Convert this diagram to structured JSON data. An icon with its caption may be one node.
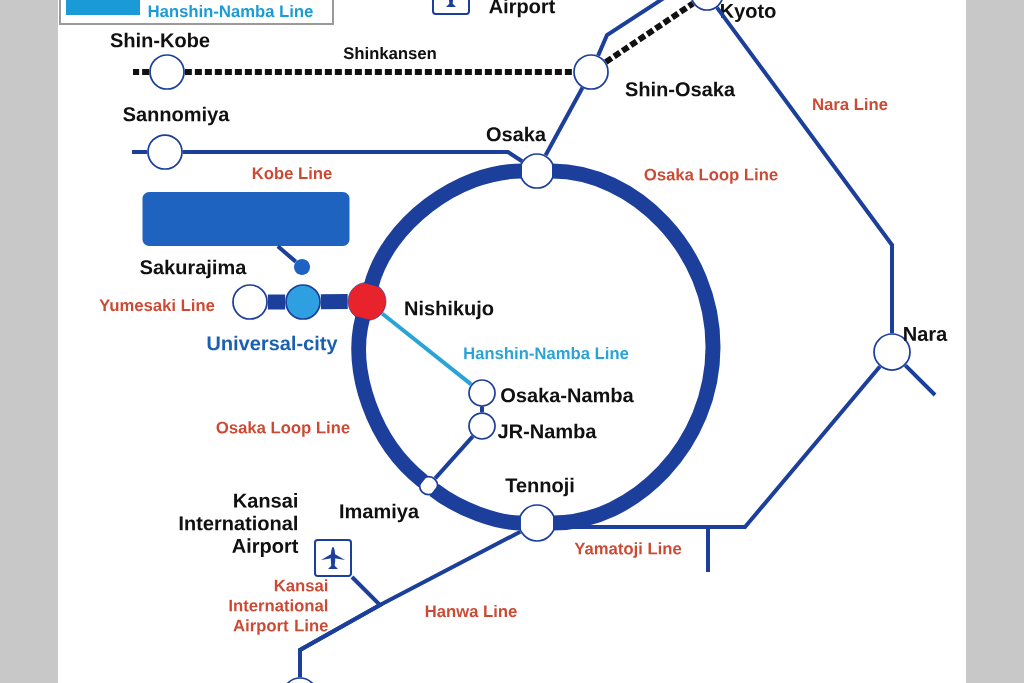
{
  "diagram": {
    "nodes": [
      {
        "text": [
          "Airport"
        ]
      },
      {
        "text": [
          "Kyoto"
        ]
      },
      {
        "text": [
          "Shin-Kobe"
        ]
      },
      {
        "text": [
          "Shin-Osaka"
        ]
      },
      {
        "text": [
          "Sannomiya"
        ]
      },
      {
        "text": [
          "Osaka"
        ]
      },
      {
        "text": [],
        "shape": "box"
      },
      {
        "text": [],
        "shape": "circle"
      },
      {
        "text": [
          "Sakurajima"
        ]
      },
      {
        "text": [
          "Universal-city"
        ]
      },
      {
        "text": [
          "Nishikujo"
        ]
      },
      {
        "text": [
          "Nara"
        ]
      },
      {
        "text": [
          "Osaka-Namba"
        ]
      },
      {
        "text": [
          "JR-Namba"
        ]
      },
      {
        "text": [
          "Imamiya"
        ]
      },
      {
        "text": [
          "Tennoji"
        ]
      },
      {
        "text": [
          "Kansai International Airport"
        ]
      },
      {
        "text": [],
        "shape": "circle"
      }
    ],
    "edges": [
      {
        "from": 2,
        "to": 3,
        "arrow": "none",
        "style": "dashed",
        "color": "#111111"
      },
      {
        "from": 3,
        "to": 1,
        "arrow": "none",
        "style": "dashed",
        "color": "#111111"
      },
      {
        "from": 5,
        "to": 3,
        "arrow": "none"
      },
      {
        "from": 3,
        "to": null,
        "arrow": "none"
      },
      {
        "from": 4,
        "to": 5,
        "arrow": "none"
      },
      {
        "from": 1,
        "to": 11,
        "arrow": "none"
      },
      {
        "from": 11,
        "to": 15,
        "arrow": "none"
      },
      {
        "from": 5,
        "to": 10,
        "arrow": "none",
        "style": "thick"
      },
      {
        "from": 10,
        "to": 14,
        "arrow": "none",
        "style": "thick"
      },
      {
        "from": 14,
        "to": 15,
        "arrow": "none",
        "style": "thick"
      },
      {
        "from": 15,
        "to": 5,
        "arrow": "none",
        "style": "thick"
      },
      {
        "from": 10,
        "to": 9,
        "arrow": "none",
        "style": "thick"
      },
      {
        "from": 9,
        "to": 8,
        "arrow": "none",
        "style": "thick"
      },
      {
        "from": 10,
        "to": 12,
        "arrow": "none",
        "color": "#2aa3d6"
      },
      {
        "from": 12,
        "to": 13,
        "arrow": "none"
      },
      {
        "from": 13,
        "to": 14,
        "arrow": "none"
      },
      {
        "from": 15,
        "to": 17,
        "arrow": "none"
      },
      {
        "from": 16,
        "to": 17,
        "arrow": "none"
      },
      {
        "from": 7,
        "to": 6,
        "arrow": "none"
      },
      {
        "from": 2,
        "to": null,
        "arrow": "none",
        "style": "dashed",
        "color": "#111111"
      },
      {
        "from": 4,
        "to": null,
        "arrow": "none"
      },
      {
        "from": 11,
        "to": null,
        "arrow": "none"
      }
    ],
    "labels": [
      "Shinkansen",
      "Nara Line",
      "Kobe Line",
      "Osaka Loop Line",
      "Yumesaki Line",
      "Hanshin-Namba Line",
      "Osaka Loop Line",
      "Yamatoji Line",
      "Kansai International Airport Line",
      "Hanwa Line"
    ],
    "legend": [
      {
        "text": "Hanshin-Namba Line",
        "color": "#1a9ad6"
      }
    ]
  }
}
